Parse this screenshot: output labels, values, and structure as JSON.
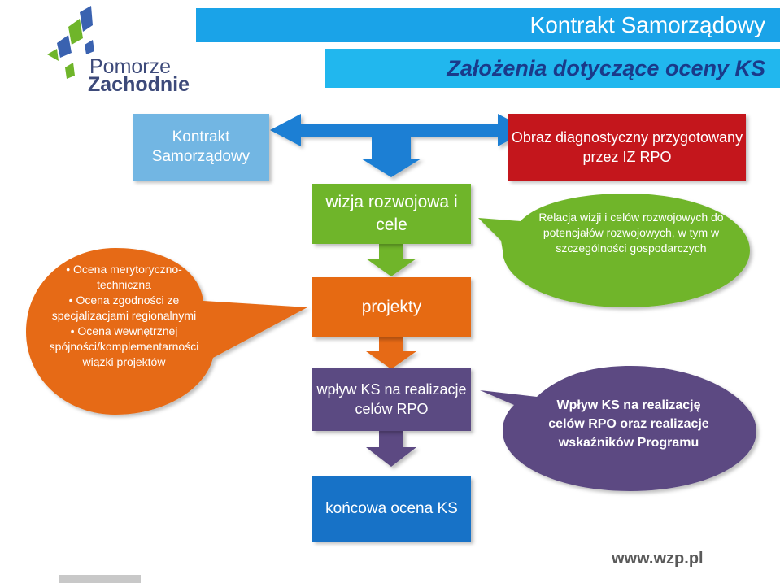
{
  "header": {
    "title": "Kontrakt Samorządowy",
    "subtitle": "Założenia dotyczące oceny KS"
  },
  "logo": {
    "line1": "Pomorze",
    "line2": "Zachodnie",
    "brand_colors": [
      "#3a62b0",
      "#6fb52a",
      "#3d4a7a"
    ]
  },
  "diagram": {
    "kontrakt_box": "Kontrakt Samorządowy",
    "obraz_box": "Obraz diagnostyczny przygotowany przez  IZ RPO",
    "wizja_box": "wizja rozwojowa i cele",
    "projekty_box": "projekty",
    "wplyw_box": "wpływ KS na realizacje celów RPO",
    "koncowa_box": "końcowa ocena KS",
    "orange_callout": {
      "items": [
        "Ocena merytoryczno-techniczna",
        "Ocena zgodności ze specjalizacjami regionalnymi",
        "Ocena wewnętrznej spójności/komplementarności wiązki projektów"
      ]
    },
    "green_callout": "Relacja wizji i celów rozwojowych do potencjałów rozwojowych, w tym w szczególności gospodarczych",
    "purple_callout": "Wpływ KS na realizację celów RPO oraz realizacje wskaźników Programu"
  },
  "footer": {
    "website": "www.wzp.pl"
  },
  "colors": {
    "header_blue": "#1aa3e8",
    "header2_blue": "#21b7ee",
    "arrow_blue": "#1a7fd4",
    "green": "#6fb52a",
    "orange": "#e66a12",
    "purple": "#5b4a82",
    "red": "#c4161c",
    "dark_blue": "#1772c7",
    "light_blue": "#72b6e3"
  }
}
